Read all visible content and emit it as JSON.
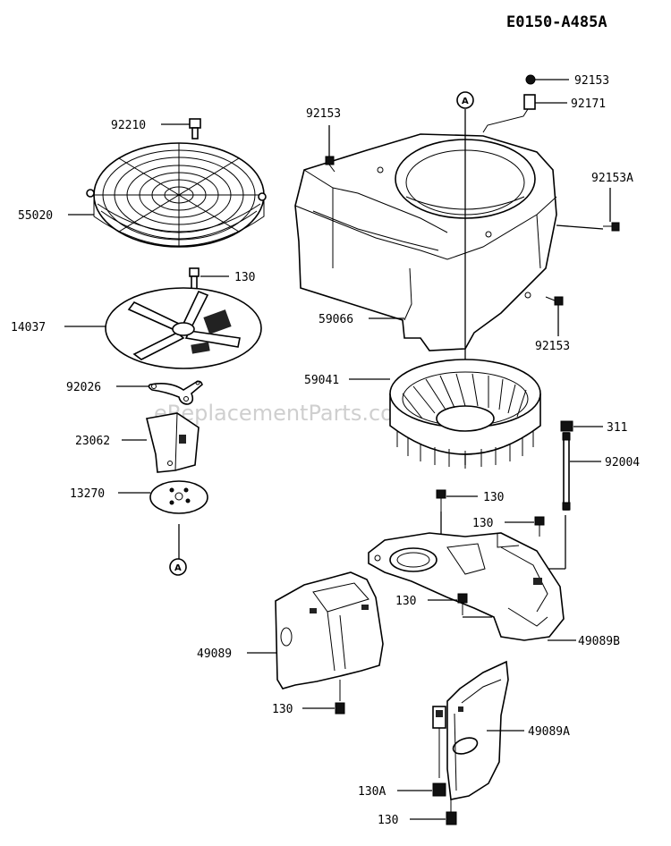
{
  "diagram_id": "E0150-A485A",
  "watermark": "eReplacementParts.com",
  "ref_marker": "A",
  "parts": {
    "p92210": "92210",
    "p55020": "55020",
    "p130_fan": "130",
    "p14037": "14037",
    "p92026": "92026",
    "p23062": "23062",
    "p13270": "13270",
    "p92153_top": "92153",
    "p92153_cap": "92153",
    "p92171": "92171",
    "p92153A": "92153A",
    "p59066": "59066",
    "p92153_side": "92153",
    "p59041": "59041",
    "p311": "311",
    "p92004": "92004",
    "p130_mid1": "130",
    "p130_mid2": "130",
    "p130_mid3": "130",
    "p49089": "49089",
    "p49089B": "49089B",
    "p130_left": "130",
    "p49089A": "49089A",
    "p130A": "130A",
    "p130_bottom": "130"
  }
}
